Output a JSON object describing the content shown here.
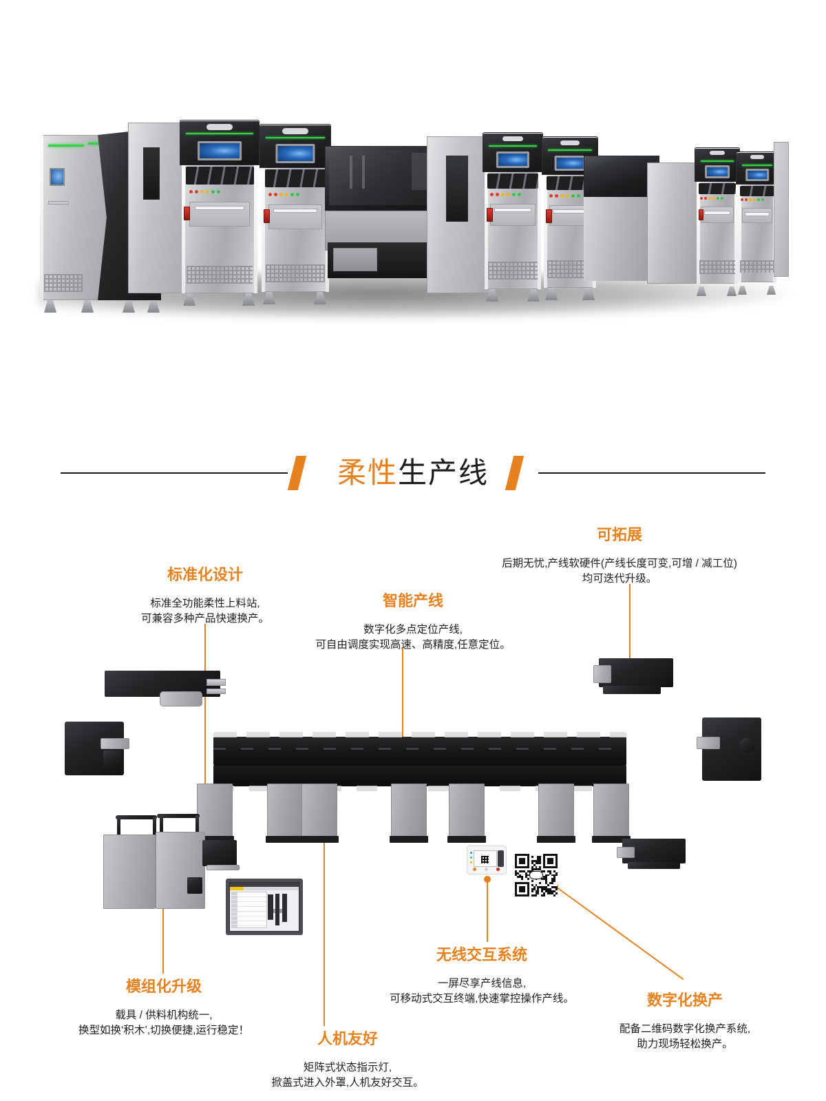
{
  "page": {
    "accent_color": "#E5821F",
    "text_color": "#1b1b1b",
    "background": "#ffffff"
  },
  "hero_photo": {
    "alt": "柔性生产线整线实景图",
    "machine_indicator_colors": [
      "#e03a2f",
      "#e03a2f",
      "#f0b41c",
      "#f0b41c",
      "#35c44a",
      "#35c44a"
    ],
    "status_light_color": "#37d04a"
  },
  "section_title": {
    "highlight": "柔性",
    "rest": "生产线",
    "full": "柔性生产线"
  },
  "callouts": [
    {
      "id": "standardized-design",
      "title": "标准化设计",
      "desc": "标准全功能柔性上料站,\n可兼容多种产品快速换产。"
    },
    {
      "id": "smart-line",
      "title": "智能产线",
      "desc": "数字化多点定位产线,\n可自由调度实现高速、高精度,任意定位。"
    },
    {
      "id": "expandable",
      "title": "可拓展",
      "desc": "后期无忧,产线软硬件(产线长度可变,可增 / 减工位)\n均可迭代升级。"
    },
    {
      "id": "modular-upgrade",
      "title": "模组化升级",
      "desc": "载具 / 供料机构统一,\n换型如换‘积木’,切换便捷,运行稳定！"
    },
    {
      "id": "human-friendly",
      "title": "人机友好",
      "desc": "矩阵式状态指示灯,\n掀盖式进入外罩,人机友好交互。"
    },
    {
      "id": "wireless-interaction",
      "title": "无线交互系统",
      "desc": "一屏尽享产线信息,\n可移动式交互终端,快速掌控操作产线。"
    },
    {
      "id": "digital-changeover",
      "title": "数字化换产",
      "desc": "配备二维码数字化换产系统,\n助力现场轻松换产。"
    }
  ],
  "diagram": {
    "alt": "柔性生产线模块化布局示意图",
    "qr_label": "二维码换产标识",
    "hmi_monitor_label": "产线控制界面",
    "hmi_tablet_label": "移动交互终端"
  }
}
